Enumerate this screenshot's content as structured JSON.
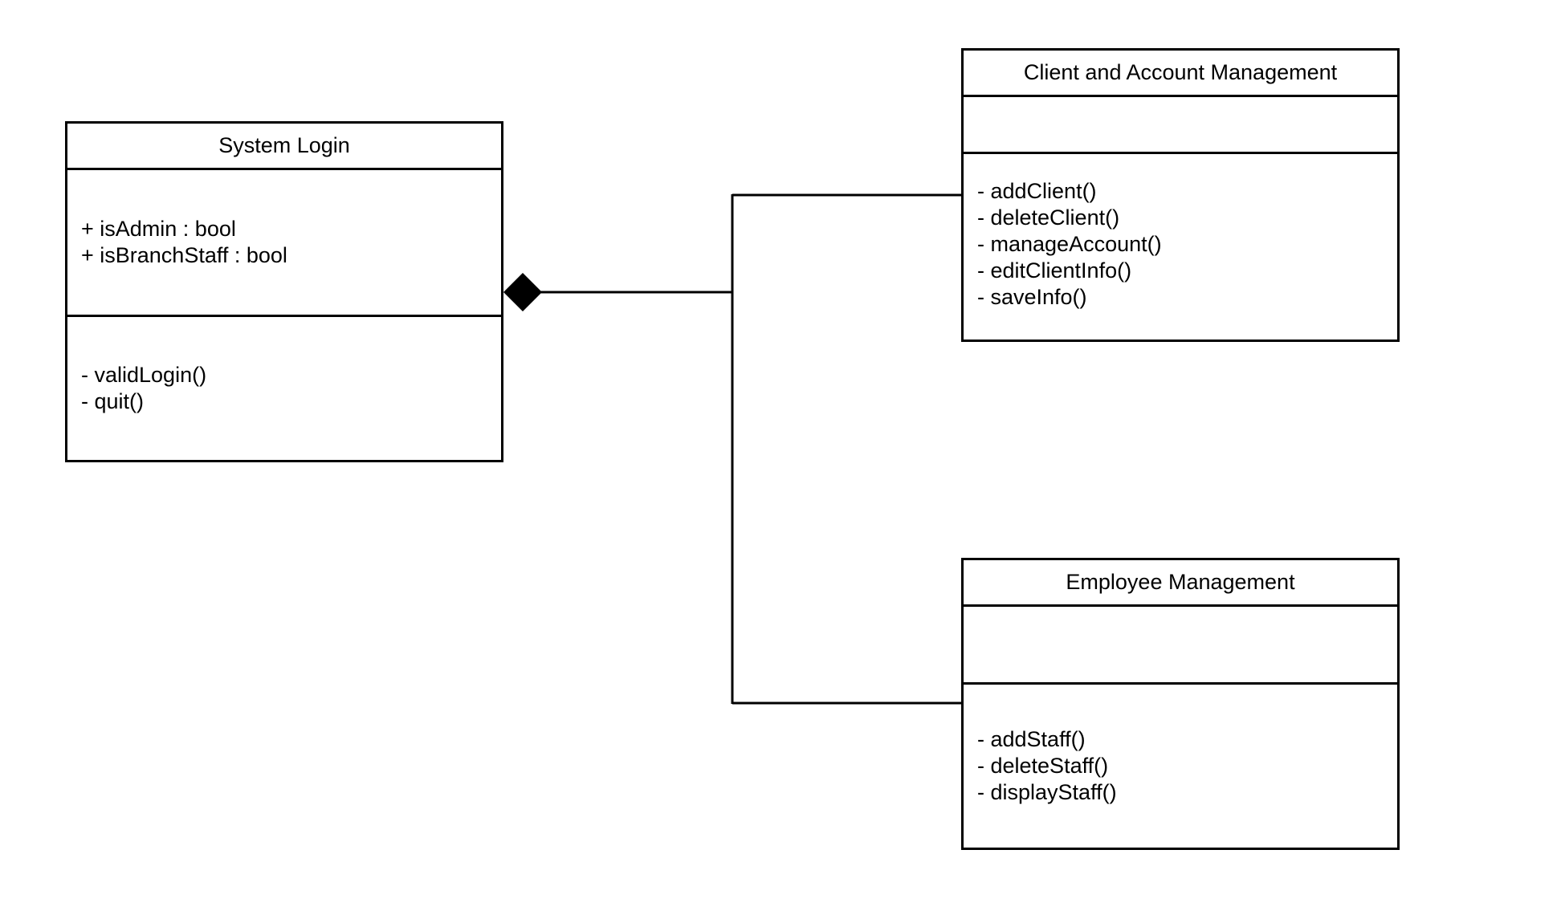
{
  "classes": {
    "system_login": {
      "name": "System Login",
      "attributes": [
        "+ isAdmin : bool",
        "+ isBranchStaff : bool"
      ],
      "methods": [
        "- validLogin()",
        "- quit()"
      ]
    },
    "client_account": {
      "name": "Client and Account Management",
      "attributes": [],
      "methods": [
        "- addClient()",
        "- deleteClient()",
        "- manageAccount()",
        "- editClientInfo()",
        "- saveInfo()"
      ]
    },
    "employee": {
      "name": "Employee Management",
      "attributes": [],
      "methods": [
        "- addStaff()",
        "- deleteStaff()",
        "- displayStaff()"
      ]
    }
  },
  "relationship": {
    "type": "composition",
    "whole": "System Login",
    "parts": [
      "Client and Account Management",
      "Employee Management"
    ]
  }
}
